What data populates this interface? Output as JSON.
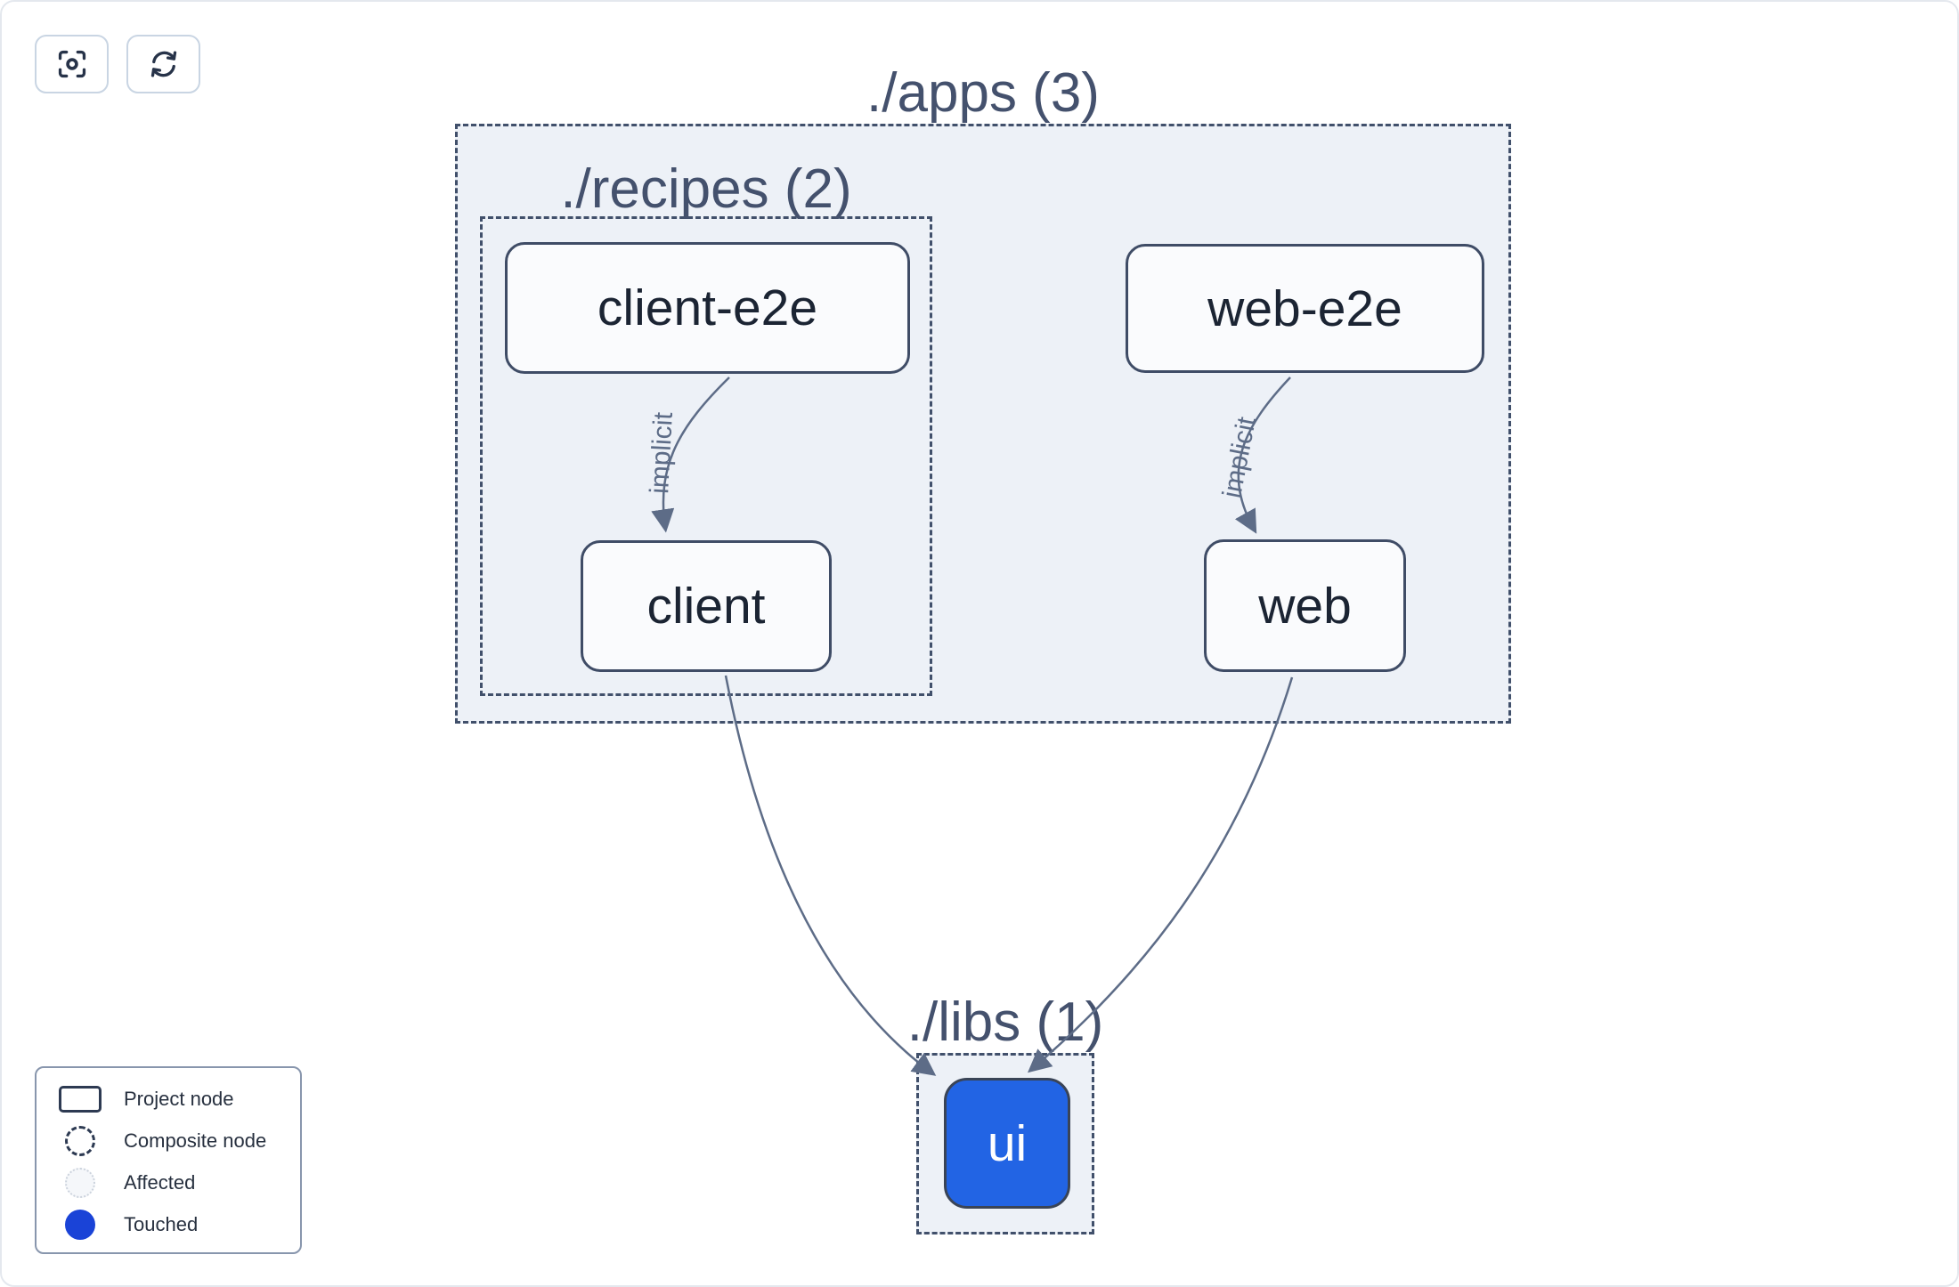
{
  "toolbar": {
    "focus_button_icon": "scan-focus-icon",
    "refresh_button_icon": "refresh-icon"
  },
  "graph": {
    "groups": [
      {
        "id": "apps",
        "label": "./apps (3)",
        "type": "composite"
      },
      {
        "id": "recipes",
        "label": "./recipes (2)",
        "type": "composite"
      },
      {
        "id": "libs",
        "label": "./libs (1)",
        "type": "composite"
      }
    ],
    "nodes": [
      {
        "id": "client-e2e",
        "label": "client-e2e",
        "state": "default"
      },
      {
        "id": "web-e2e",
        "label": "web-e2e",
        "state": "default"
      },
      {
        "id": "client",
        "label": "client",
        "state": "default"
      },
      {
        "id": "web",
        "label": "web",
        "state": "default"
      },
      {
        "id": "ui",
        "label": "ui",
        "state": "touched"
      }
    ],
    "edges": [
      {
        "from": "client-e2e",
        "to": "client",
        "label": "implicit"
      },
      {
        "from": "web-e2e",
        "to": "web",
        "label": "implicit"
      },
      {
        "from": "client",
        "to": "ui",
        "label": ""
      },
      {
        "from": "web",
        "to": "ui",
        "label": ""
      }
    ]
  },
  "legend": {
    "items": [
      {
        "label": "Project node",
        "icon": "project-node-swatch"
      },
      {
        "label": "Composite node",
        "icon": "composite-node-swatch"
      },
      {
        "label": "Affected",
        "icon": "affected-swatch"
      },
      {
        "label": "Touched",
        "icon": "touched-swatch"
      }
    ]
  },
  "colors": {
    "touched_blue": "#1a43d7",
    "ui_node_blue": "#2264e4",
    "edge_slate": "#5d6c87",
    "container_fill": "#edf1f7",
    "dashed_border": "#41506b",
    "node_border": "#3f4c66"
  }
}
